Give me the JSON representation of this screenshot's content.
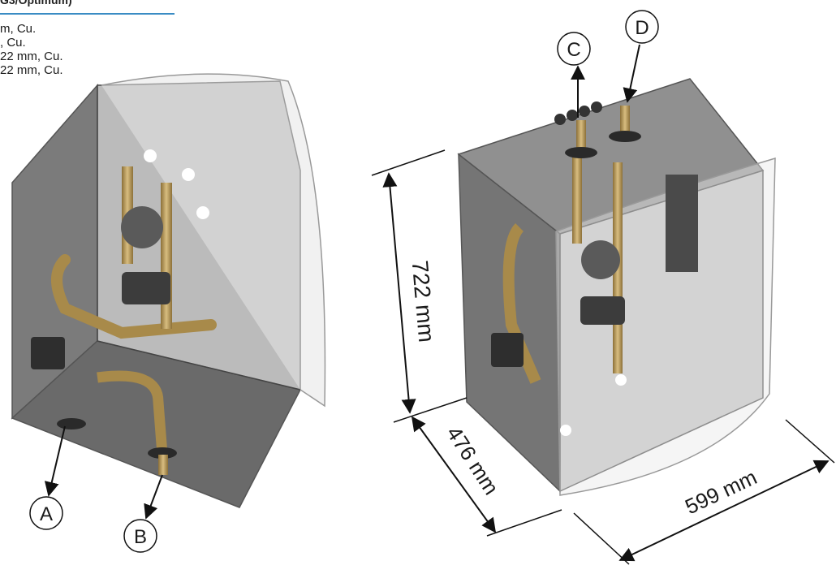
{
  "header": {
    "title": "G3/Optimum)"
  },
  "legend": [
    "m, Cu.",
    ", Cu.",
    "22 mm, Cu.",
    "22 mm, Cu."
  ],
  "labels": {
    "a": "A",
    "b": "B",
    "c": "C",
    "d": "D"
  },
  "dimensions": {
    "height": "722 mm",
    "depth": "476 mm",
    "width": "599 mm"
  },
  "colors": {
    "accent_line": "#3a8cc4",
    "casing": "#6e6e6e",
    "pipe": "#b8995a"
  }
}
